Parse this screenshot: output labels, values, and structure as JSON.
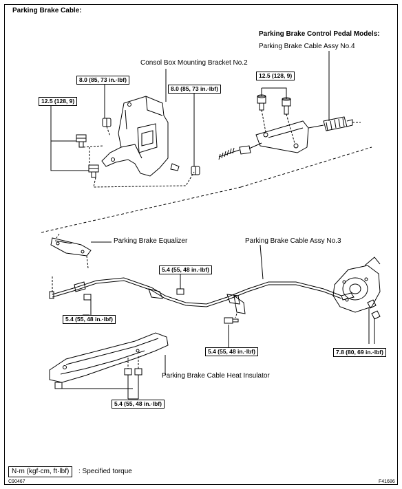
{
  "title": "Parking Brake Cable:",
  "pedal_models": {
    "heading": "Parking Brake Control Pedal Models:",
    "cable_no4": "Parking Brake Cable Assy No.4"
  },
  "labels": {
    "bracket": "Consol Box Mounting Bracket No.2",
    "equalizer": "Parking Brake Equalizer",
    "cable_no3": "Parking Brake Cable Assy No.3",
    "heat_insulator": "Parking Brake Cable Heat Insulator"
  },
  "torques": {
    "t1": "8.0 (85, 73 in.·lbf)",
    "t2": "8.0 (85, 73 in.·lbf)",
    "t3": "12.5 (128, 9)",
    "t4": "12.5 (128, 9)",
    "t5": "5.4 (55, 48 in.·lbf)",
    "t6": "5.4 (55, 48 in.·lbf)",
    "t7": "5.4 (55, 48 in.·lbf)",
    "t8": "7.8 (80, 69 in.·lbf)",
    "t9": "5.4 (55, 48 in.·lbf)"
  },
  "legend": {
    "unit": "N·m (kgf·cm, ft·lbf)",
    "text": ": Specified torque"
  },
  "codes": {
    "left": "C90467",
    "right": "F41686"
  }
}
